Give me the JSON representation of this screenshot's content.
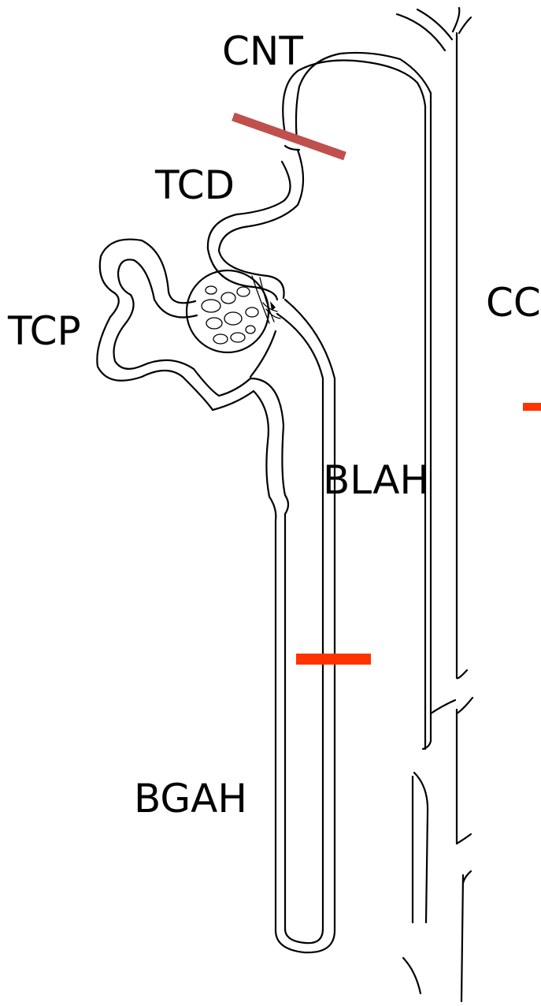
{
  "diagram": {
    "labels": {
      "cnt": "CNT",
      "tcd": "TCD",
      "tcp": "TCP",
      "cc": "CC",
      "blah": "BLAH",
      "bgah": "BGAH"
    },
    "colors": {
      "background": "#ffffff",
      "outline": "#000000",
      "cut_marker_dark": "#c0504d",
      "cut_marker_bright": "#ff3300"
    }
  }
}
